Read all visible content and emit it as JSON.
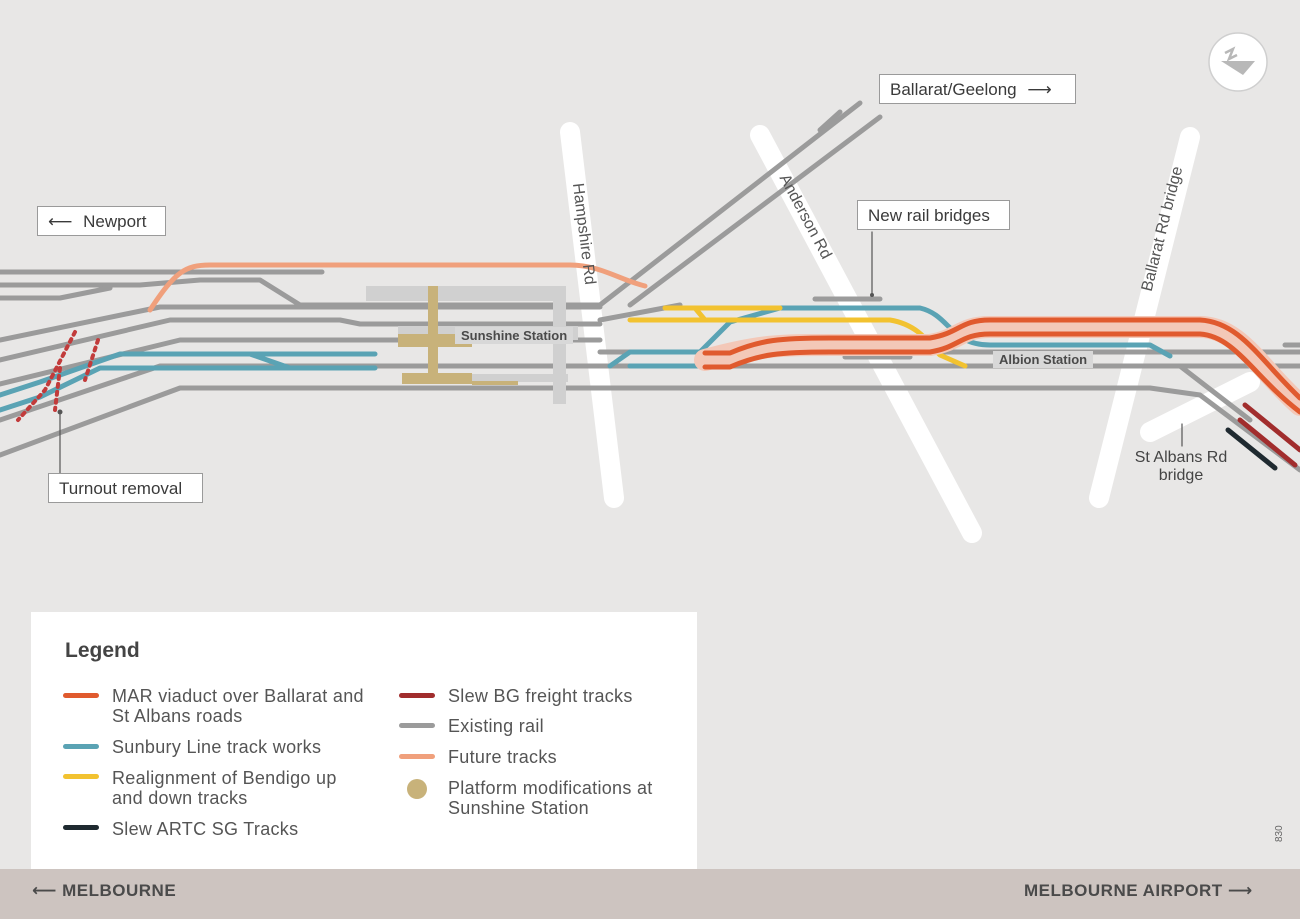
{
  "callouts": {
    "ballarat_geelong": "Ballarat/Geelong",
    "newport": "Newport",
    "new_rail_bridges": "New rail bridges",
    "turnout_removal": "Turnout removal"
  },
  "stations": {
    "sunshine": "Sunshine Station",
    "albion": "Albion Station"
  },
  "roads": {
    "hampshire": "Hampshire Rd",
    "anderson": "Anderson Rd",
    "ballarat_bridge": "Ballarat Rd bridge",
    "st_albans_bridge": "St Albans Rd bridge"
  },
  "legend": {
    "title": "Legend",
    "items": [
      {
        "label": "MAR viaduct over Ballarat and St Albans roads",
        "color": "#e05a2e"
      },
      {
        "label": "Sunbury Line track works",
        "color": "#5aa3b4"
      },
      {
        "label": "Realignment of Bendigo up and down tracks",
        "color": "#f2c230"
      },
      {
        "label": "Slew ARTC SG Tracks",
        "color": "#1f2a30"
      },
      {
        "label": "Slew BG freight tracks",
        "color": "#a12d2d"
      },
      {
        "label": "Existing rail",
        "color": "#9b9b9b"
      },
      {
        "label": "Future tracks",
        "color": "#f0a07c"
      },
      {
        "label": "Platform modifications at Sunshine Station",
        "color": "#c8b27a"
      }
    ]
  },
  "footer": {
    "left": "MELBOURNE",
    "right": "MELBOURNE AIRPORT"
  },
  "doc_code": "830",
  "compass_icon": "north-arrow-icon"
}
